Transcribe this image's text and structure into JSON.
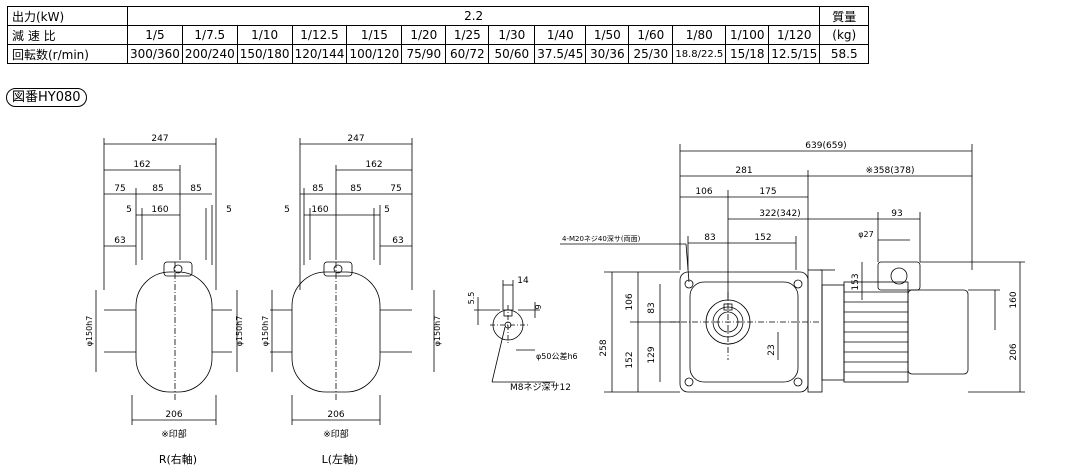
{
  "table": {
    "output_label": "出力(kW)",
    "output_value": "2.2",
    "mass_label": "質量",
    "ratio_label": "減 速 比",
    "mass_unit": "(kg)",
    "speed_label": "回転数(r/min)",
    "mass_value": "58.5",
    "ratios": [
      "1/5",
      "1/7.5",
      "1/10",
      "1/12.5",
      "1/15",
      "1/20",
      "1/25",
      "1/30",
      "1/40",
      "1/50",
      "1/60",
      "1/80",
      "1/100",
      "1/120"
    ],
    "speeds": [
      "300/360",
      "200/240",
      "150/180",
      "120/144",
      "100/120",
      "75/90",
      "60/72",
      "50/60",
      "37.5/45",
      "30/36",
      "25/30",
      "18.8/22.5",
      "15/18",
      "12.5/15"
    ]
  },
  "drawing_no": "図番HY080",
  "views": {
    "right": {
      "title": "R(右軸)",
      "dims": {
        "d247": "247",
        "d162": "162",
        "d75": "75",
        "d85a": "85",
        "d85b": "85",
        "d5a": "5",
        "d160": "160",
        "d5b": "5",
        "d63": "63",
        "d206": "206",
        "shaft_left": "φ150h7",
        "shaft_right": "φ150h7"
      },
      "note": "※印部"
    },
    "left": {
      "title": "L(左軸)",
      "dims": {
        "d247": "247",
        "d162": "162",
        "d85a": "85",
        "d85b": "85",
        "d75": "75",
        "d5a": "5",
        "d160": "160",
        "d5b": "5",
        "d63": "63",
        "d206": "206",
        "shaft_left": "φ150h7",
        "shaft_right": "φ150h7"
      },
      "note": "※印部"
    },
    "shaft": {
      "dims": {
        "d14": "14",
        "d55": "5.5",
        "d9": "9",
        "dia": "φ50公差h6"
      },
      "tap": "M8ネジ深サ12"
    },
    "front": {
      "dims": {
        "d639": "639(659)",
        "d281": "281",
        "d358": "※358(378)",
        "d106h": "106",
        "d175": "175",
        "d322": "322(342)",
        "d93": "93",
        "d27": "φ27",
        "d83h": "83",
        "d152h": "152",
        "d258": "258",
        "d106v": "106",
        "d83v": "83",
        "d152v": "152",
        "d129": "129",
        "d23": "23",
        "d153": "153",
        "d160": "160",
        "d206": "206"
      },
      "tap_note": "4-M20ネジ40深サ(両面)"
    }
  }
}
